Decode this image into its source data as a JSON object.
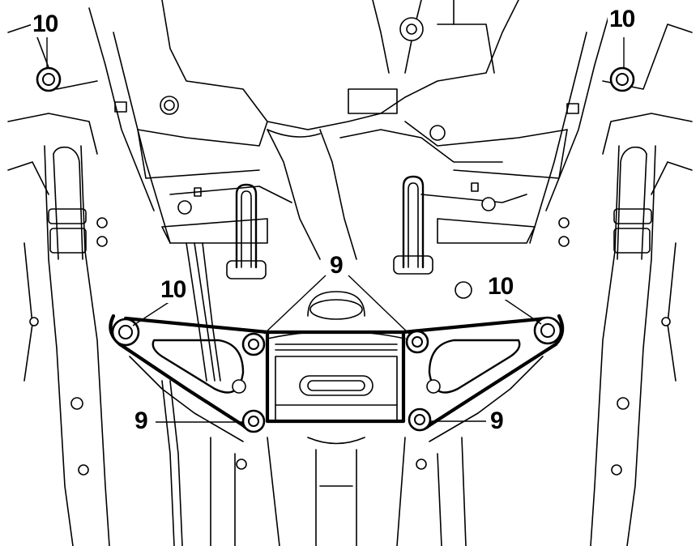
{
  "callouts": {
    "top_left": "10",
    "top_right": "10",
    "mid_left": "10",
    "mid_right": "10",
    "center": "9",
    "bottom_left": "9",
    "bottom_right": "9"
  }
}
